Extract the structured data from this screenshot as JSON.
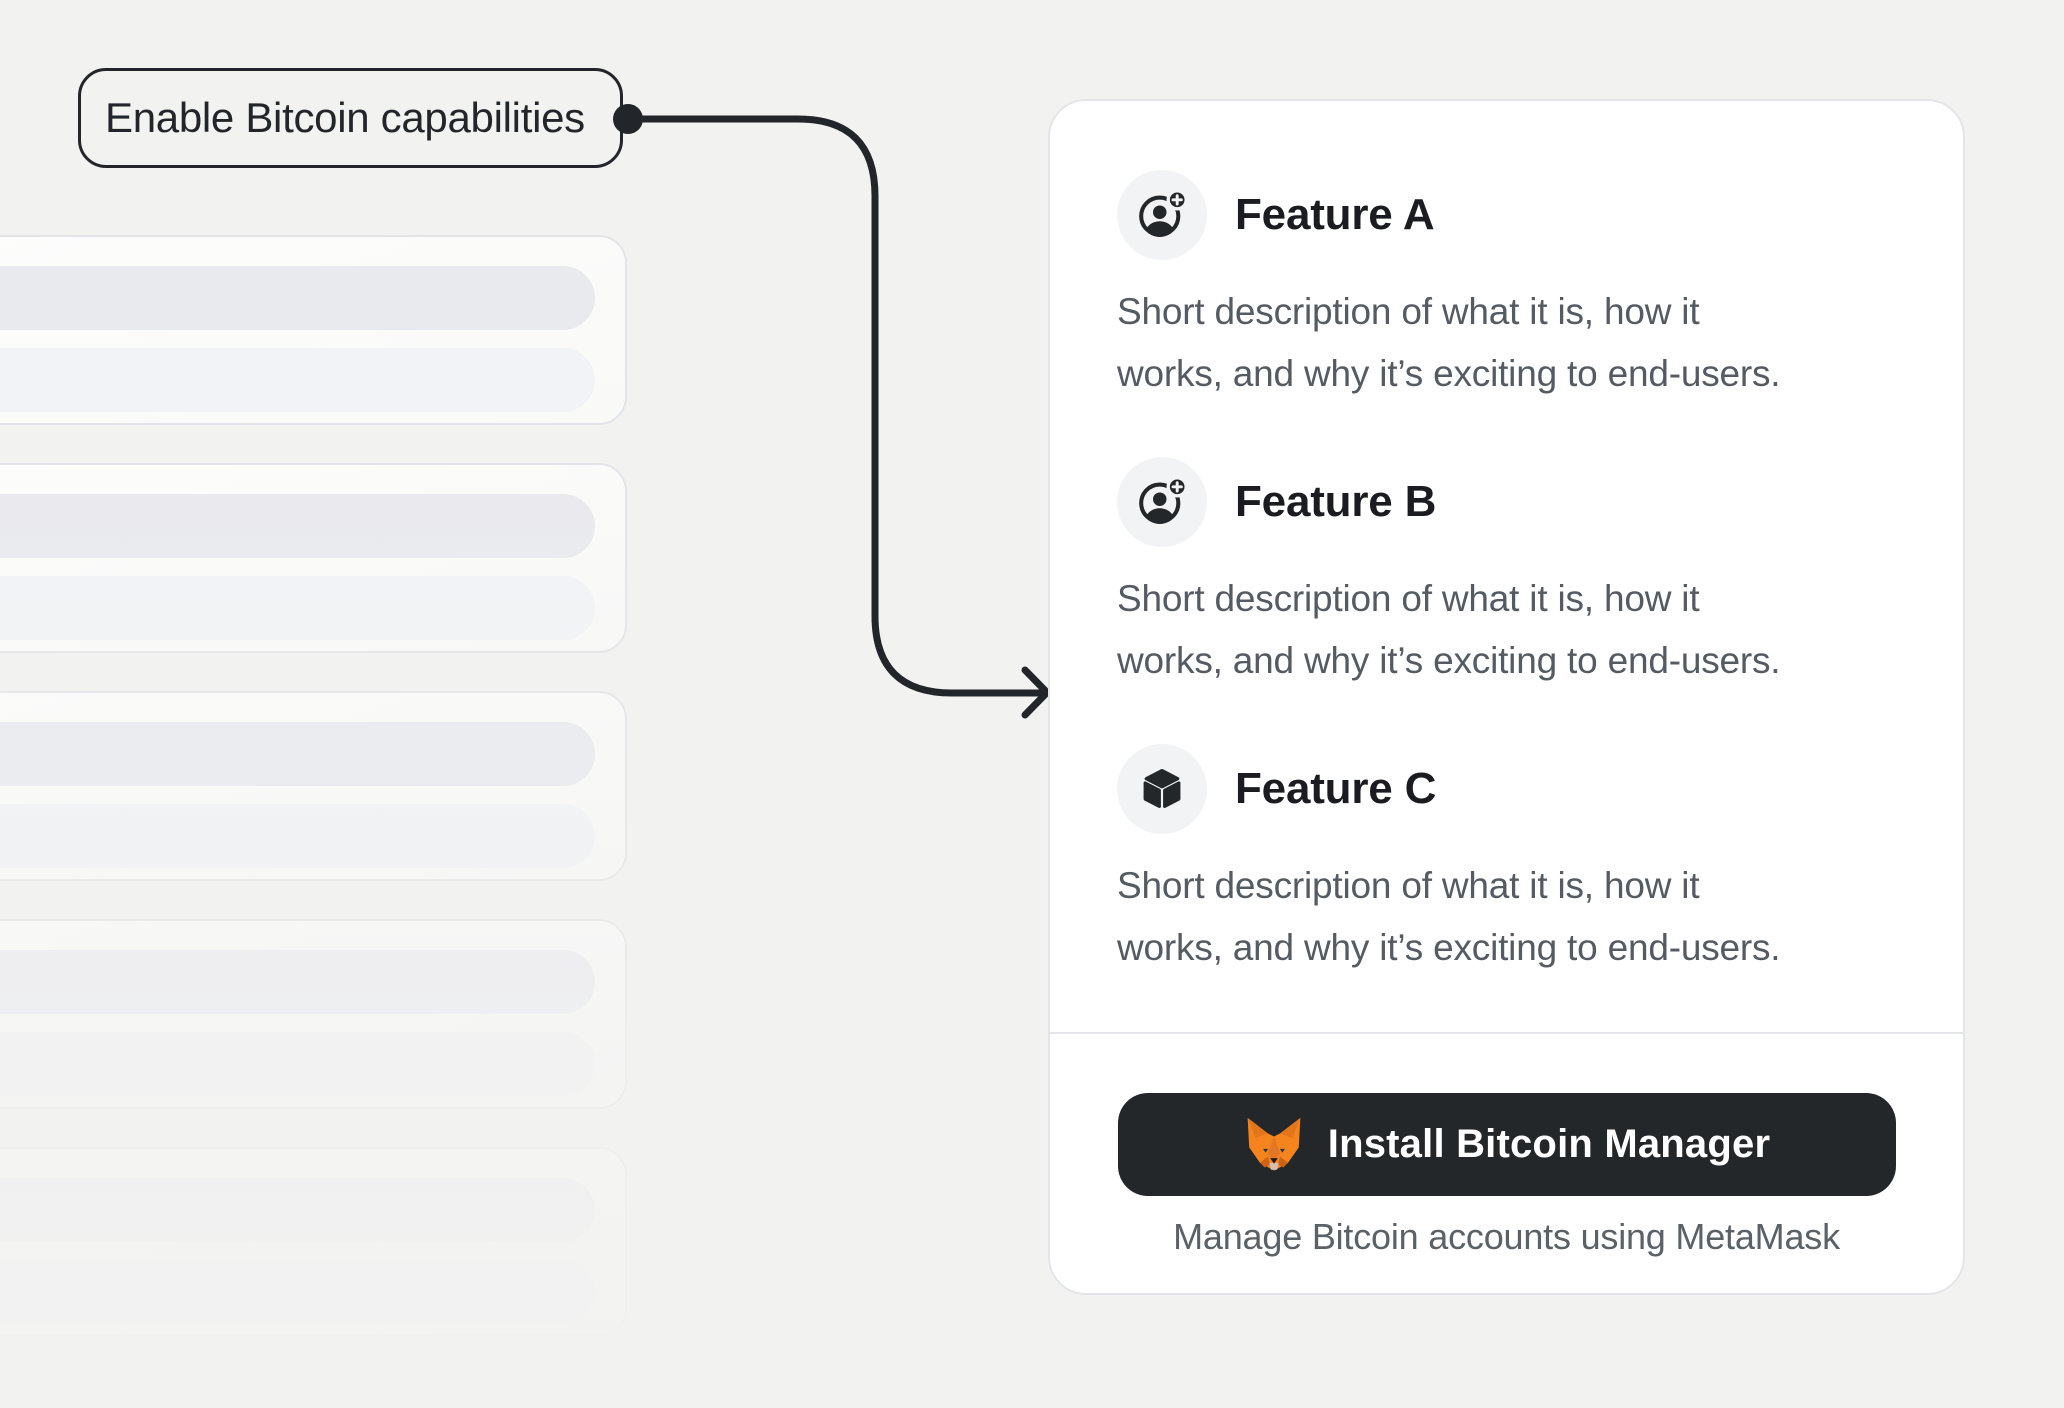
{
  "annotation": {
    "label": "Enable Bitcoin capabilities"
  },
  "panel": {
    "features": [
      {
        "icon": "user-add-icon",
        "title": "Feature A",
        "description": [
          "Short description of what it is, how it",
          "works, and why it’s exciting to end-users."
        ]
      },
      {
        "icon": "user-add-icon",
        "title": "Feature B",
        "description": [
          "Short description of what it is, how it",
          "works, and why it’s exciting to end-users."
        ]
      },
      {
        "icon": "cube-icon",
        "title": "Feature C",
        "description": [
          "Short description of what it is, how it",
          "works, and why it’s exciting to end-users."
        ]
      }
    ],
    "cta": {
      "button_label": "Install Bitcoin Manager",
      "caption": "Manage Bitcoin accounts using MetaMask"
    }
  },
  "skeleton": {
    "card_count": 5
  },
  "colors": {
    "page_bg": "#F2F2F1",
    "accent_dark": "#24272A",
    "card_border": "#E4E5E9",
    "description_text": "#545B63",
    "fox_orange": "#F5841F"
  }
}
